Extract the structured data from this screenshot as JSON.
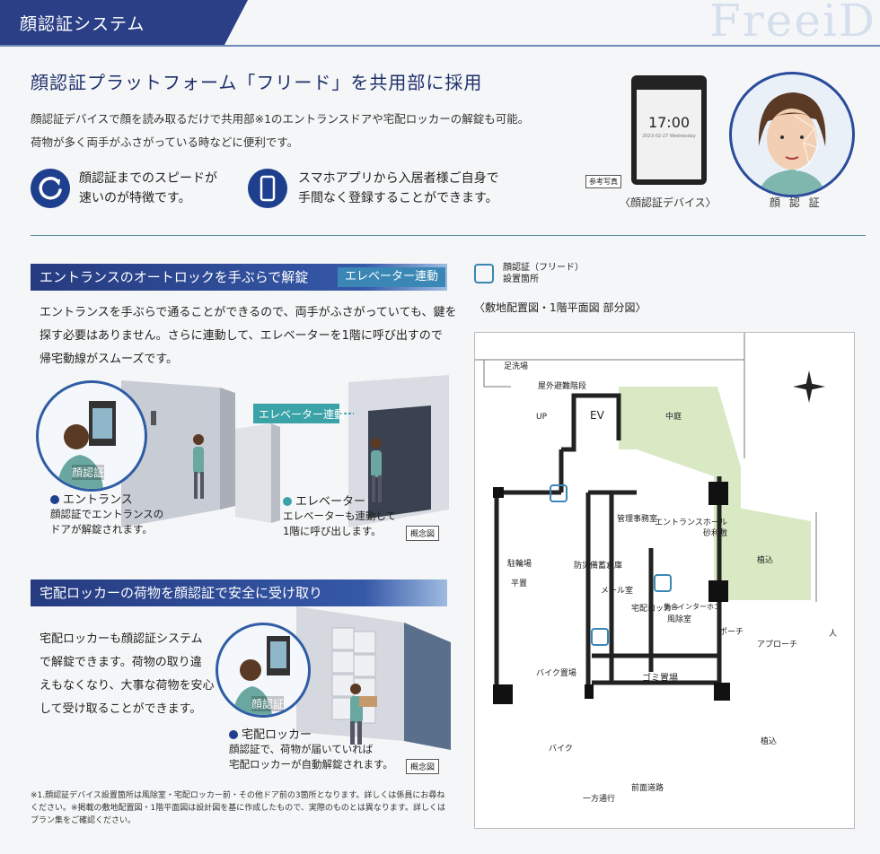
{
  "header": {
    "title": "顔認証システム",
    "brand": "FreeiD"
  },
  "main": {
    "title": "顔認証プラットフォーム「フリード」を共用部に採用",
    "intro_line1": "顔認証デバイスで顔を読み取るだけで共用部※1のエントランスドアや宅配ロッカーの解錠も可能。",
    "intro_line2": "荷物が多く両手がふさがっている時などに便利です。",
    "features": [
      {
        "line1": "顔認証までのスピードが",
        "line2": "速いのが特徴です。",
        "icon": "speed-arrow-icon"
      },
      {
        "line1": "スマホアプリから入居者様ご自身で",
        "line2": "手間なく登録することができます。",
        "icon": "smartphone-icon"
      }
    ]
  },
  "device": {
    "time": "17:00",
    "date": "2023-02-27 Wednesday",
    "photo_label": "参考写真",
    "caption": "〈顔認証デバイス〉"
  },
  "face": {
    "caption": "顔 認 証"
  },
  "entrance": {
    "title": "エントランスのオートロックを手ぶらで解錠",
    "tag": "エレベーター連動",
    "body1": "エントランスを手ぶらで通ることができるので、両手がふさがっていても、鍵を",
    "body2": "探す必要はありません。さらに連動して、エレベーターを1階に呼び出すので",
    "body3": "帰宅動線がスムーズです。",
    "scene_tag": "エレベーター連動",
    "face_label": "顔認証",
    "cap1_title": "エントランス",
    "cap1_line1": "顔認証でエントランスの",
    "cap1_line2": "ドアが解錠されます。",
    "cap2_title": "エレベーター",
    "cap2_line1": "エレベーターも連動して",
    "cap2_line2": "1階に呼び出します。",
    "note": "概念図",
    "colors": {
      "entrance_dot": "#1f3f8f",
      "elevator_dot": "#3aa3a8"
    }
  },
  "locker": {
    "title": "宅配ロッカーの荷物を顔認証で安全に受け取り",
    "body1": "宅配ロッカーも顔認証システム",
    "body2": "で解錠できます。荷物の取り違",
    "body3": "えもなくなり、大事な荷物を安心",
    "body4": "して受け取ることができます。",
    "face_label": "顔認証",
    "cap_title": "宅配ロッカー",
    "cap_line1": "顔認証で、荷物が届いていれば",
    "cap_line2": "宅配ロッカーが自動解錠されます。",
    "note": "概念図"
  },
  "footnote": "※1.顔認証デバイス設置箇所は風除室・宅配ロッカー前・その他ドア前の3箇所となります。詳しくは係員にお尋ねください。※掲載の敷地配置図・1階平面図は設計図を基に作成したもので、実際のものとは異なります。詳しくはプラン集をご確認ください。",
  "map": {
    "legend_line1": "顔認証（フリード）",
    "legend_line2": "設置箇所",
    "caption": "〈敷地配置図・1階平面図 部分図〉",
    "labels": {
      "ashiarai": "足洗場",
      "stairs": "屋外避難階段",
      "up": "UP",
      "ev": "EV",
      "courtyard": "中庭",
      "parking": "駐輪場",
      "parking2": "平置",
      "office": "管理事務室",
      "hall": "エントランスホール",
      "gravel": "砂利敷",
      "planting": "植込",
      "bosai": "防災備蓄倉庫",
      "mail": "メール室",
      "locker": "宅配ロッカー",
      "intercom": "集合インターホン",
      "windbreak": "風除室",
      "porch": "ポーチ",
      "approach": "アプローチ",
      "person": "人",
      "bike_storage": "バイク置場",
      "garbage": "ゴミ置場",
      "bike": "バイク",
      "planting2": "植込",
      "road": "前面道路",
      "oneway": "一方通行"
    }
  }
}
